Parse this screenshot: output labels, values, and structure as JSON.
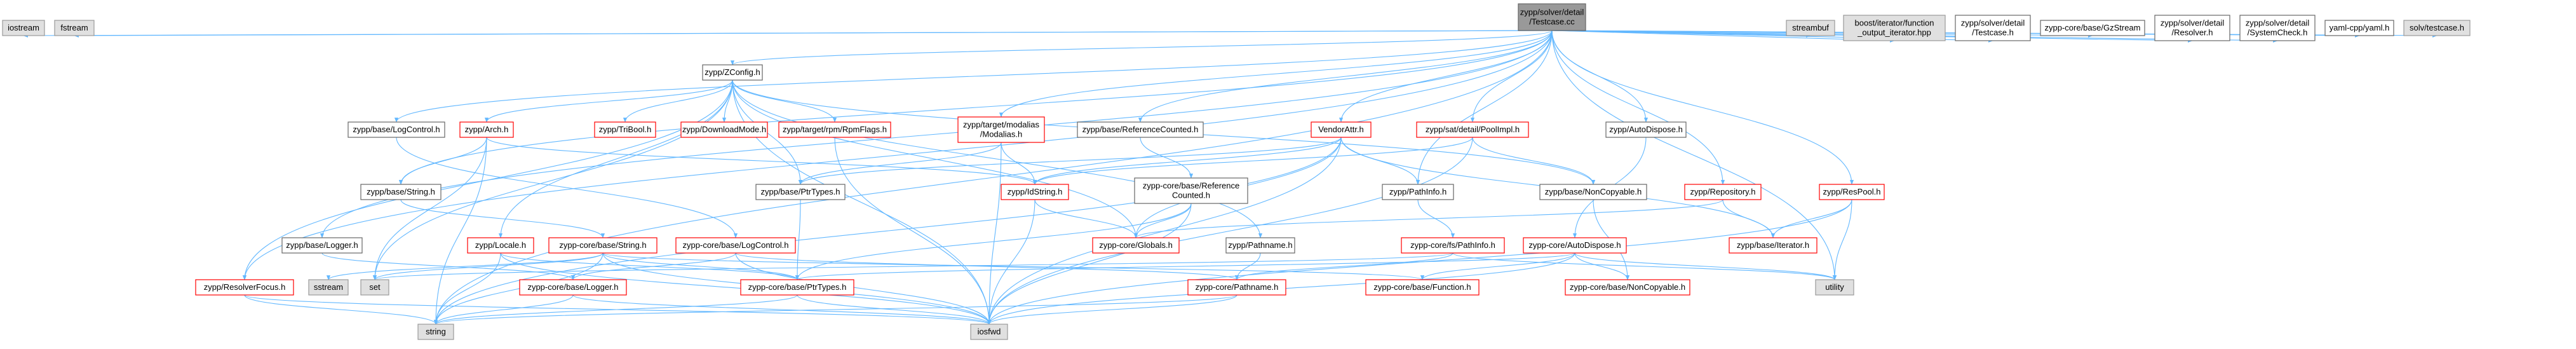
{
  "colors": {
    "edge": "#63b8ff",
    "root_fill": "#999999",
    "root_border": "#666666",
    "file_fill": "#ffffff",
    "file_border": "#666666",
    "missing_fill": "#ffffff",
    "missing_border": "#ff0000",
    "system_fill": "#e0e0e0",
    "system_border": "#999999"
  },
  "nodes": [
    {
      "id": "root",
      "lines": [
        "zypp/solver/detail",
        "/Testcase.cc"
      ],
      "kind": "root"
    },
    {
      "id": "iostream",
      "lines": [
        "iostream"
      ],
      "kind": "system"
    },
    {
      "id": "fstream",
      "lines": [
        "fstream"
      ],
      "kind": "system"
    },
    {
      "id": "streambuf",
      "lines": [
        "streambuf"
      ],
      "kind": "system"
    },
    {
      "id": "boostiter",
      "lines": [
        "boost/iterator/function",
        "_output_iterator.hpp"
      ],
      "kind": "system"
    },
    {
      "id": "testcaseh",
      "lines": [
        "zypp/solver/detail",
        "/Testcase.h"
      ],
      "kind": "file"
    },
    {
      "id": "gzstream",
      "lines": [
        "zypp-core/base/GzStream"
      ],
      "kind": "file"
    },
    {
      "id": "resolverh",
      "lines": [
        "zypp/solver/detail",
        "/Resolver.h"
      ],
      "kind": "file"
    },
    {
      "id": "syscheck",
      "lines": [
        "zypp/solver/detail",
        "/SystemCheck.h"
      ],
      "kind": "file"
    },
    {
      "id": "yaml",
      "lines": [
        "yaml-cpp/yaml.h"
      ],
      "kind": "file"
    },
    {
      "id": "solvtc",
      "lines": [
        "solv/testcase.h"
      ],
      "kind": "system"
    },
    {
      "id": "zconfig",
      "lines": [
        "zypp/ZConfig.h"
      ],
      "kind": "file"
    },
    {
      "id": "logctrl",
      "lines": [
        "zypp/base/LogControl.h"
      ],
      "kind": "file"
    },
    {
      "id": "arch",
      "lines": [
        "zypp/Arch.h"
      ],
      "kind": "missing"
    },
    {
      "id": "tribool",
      "lines": [
        "zypp/TriBool.h"
      ],
      "kind": "missing"
    },
    {
      "id": "dlmode",
      "lines": [
        "zypp/DownloadMode.h"
      ],
      "kind": "missing"
    },
    {
      "id": "rpmflags",
      "lines": [
        "zypp/target/rpm/RpmFlags.h"
      ],
      "kind": "missing"
    },
    {
      "id": "modalias",
      "lines": [
        "zypp/target/modalias",
        "/Modalias.h"
      ],
      "kind": "missing"
    },
    {
      "id": "refcounted",
      "lines": [
        "zypp/base/ReferenceCounted.h"
      ],
      "kind": "file"
    },
    {
      "id": "vendorattr",
      "lines": [
        "VendorAttr.h"
      ],
      "kind": "missing"
    },
    {
      "id": "poolimpl",
      "lines": [
        "zypp/sat/detail/PoolImpl.h"
      ],
      "kind": "missing"
    },
    {
      "id": "autodisposeh",
      "lines": [
        "zypp/AutoDispose.h"
      ],
      "kind": "file"
    },
    {
      "id": "repository",
      "lines": [
        "zypp/Repository.h"
      ],
      "kind": "missing"
    },
    {
      "id": "respool",
      "lines": [
        "zypp/ResPool.h"
      ],
      "kind": "missing"
    },
    {
      "id": "basestring",
      "lines": [
        "zypp/base/String.h"
      ],
      "kind": "file"
    },
    {
      "id": "baseptr",
      "lines": [
        "zypp/base/PtrTypes.h"
      ],
      "kind": "file"
    },
    {
      "id": "idstring",
      "lines": [
        "zypp/IdString.h"
      ],
      "kind": "missing"
    },
    {
      "id": "corerefcounted",
      "lines": [
        "zypp-core/base/Reference",
        "Counted.h"
      ],
      "kind": "file"
    },
    {
      "id": "pathinfoh",
      "lines": [
        "zypp/PathInfo.h"
      ],
      "kind": "file"
    },
    {
      "id": "noncopyh",
      "lines": [
        "zypp/base/NonCopyable.h"
      ],
      "kind": "file"
    },
    {
      "id": "baseiter",
      "lines": [
        "zypp/base/Iterator.h"
      ],
      "kind": "missing"
    },
    {
      "id": "baselogger",
      "lines": [
        "zypp/base/Logger.h"
      ],
      "kind": "file"
    },
    {
      "id": "locale",
      "lines": [
        "zypp/Locale.h"
      ],
      "kind": "missing"
    },
    {
      "id": "corestring",
      "lines": [
        "zypp-core/base/String.h"
      ],
      "kind": "missing"
    },
    {
      "id": "corelogctrl",
      "lines": [
        "zypp-core/base/LogControl.h"
      ],
      "kind": "missing"
    },
    {
      "id": "coreglobals",
      "lines": [
        "zypp-core/Globals.h"
      ],
      "kind": "missing"
    },
    {
      "id": "pathname",
      "lines": [
        "zypp/Pathname.h"
      ],
      "kind": "file"
    },
    {
      "id": "fspathinfo",
      "lines": [
        "zypp-core/fs/PathInfo.h"
      ],
      "kind": "missing"
    },
    {
      "id": "coreautodispose",
      "lines": [
        "zypp-core/AutoDispose.h"
      ],
      "kind": "missing"
    },
    {
      "id": "resolverfocus",
      "lines": [
        "zypp/ResolverFocus.h"
      ],
      "kind": "missing"
    },
    {
      "id": "sstream",
      "lines": [
        "sstream"
      ],
      "kind": "system"
    },
    {
      "id": "set",
      "lines": [
        "set"
      ],
      "kind": "system"
    },
    {
      "id": "corelogger",
      "lines": [
        "zypp-core/base/Logger.h"
      ],
      "kind": "missing"
    },
    {
      "id": "coreptr",
      "lines": [
        "zypp-core/base/PtrTypes.h"
      ],
      "kind": "missing"
    },
    {
      "id": "corepathname",
      "lines": [
        "zypp-core/Pathname.h"
      ],
      "kind": "missing"
    },
    {
      "id": "corefunction",
      "lines": [
        "zypp-core/base/Function.h"
      ],
      "kind": "missing"
    },
    {
      "id": "corenoncopy",
      "lines": [
        "zypp-core/base/NonCopyable.h"
      ],
      "kind": "missing"
    },
    {
      "id": "utility",
      "lines": [
        "utility"
      ],
      "kind": "system"
    },
    {
      "id": "string",
      "lines": [
        "string"
      ],
      "kind": "system"
    },
    {
      "id": "iosfwd",
      "lines": [
        "iosfwd"
      ],
      "kind": "system"
    }
  ],
  "edges": [
    [
      "root",
      "iostream"
    ],
    [
      "root",
      "fstream"
    ],
    [
      "root",
      "streambuf"
    ],
    [
      "root",
      "boostiter"
    ],
    [
      "root",
      "testcaseh"
    ],
    [
      "root",
      "gzstream"
    ],
    [
      "root",
      "resolverh"
    ],
    [
      "root",
      "syscheck"
    ],
    [
      "root",
      "yaml"
    ],
    [
      "root",
      "solvtc"
    ],
    [
      "root",
      "zconfig"
    ],
    [
      "root",
      "logctrl"
    ],
    [
      "root",
      "modalias"
    ],
    [
      "root",
      "refcounted"
    ],
    [
      "root",
      "vendorattr"
    ],
    [
      "root",
      "poolimpl"
    ],
    [
      "root",
      "autodisposeh"
    ],
    [
      "root",
      "repository"
    ],
    [
      "root",
      "respool"
    ],
    [
      "root",
      "basestring"
    ],
    [
      "root",
      "baselogger"
    ],
    [
      "root",
      "pathinfoh"
    ],
    [
      "root",
      "resolverfocus"
    ],
    [
      "root",
      "utility"
    ],
    [
      "root",
      "string"
    ],
    [
      "zconfig",
      "arch"
    ],
    [
      "zconfig",
      "tribool"
    ],
    [
      "zconfig",
      "dlmode"
    ],
    [
      "zconfig",
      "rpmflags"
    ],
    [
      "zconfig",
      "baseptr"
    ],
    [
      "zconfig",
      "locale"
    ],
    [
      "zconfig",
      "pathname"
    ],
    [
      "zconfig",
      "noncopyh"
    ],
    [
      "zconfig",
      "set"
    ],
    [
      "zconfig",
      "iosfwd"
    ],
    [
      "zconfig",
      "resolverfocus"
    ],
    [
      "zconfig",
      "coreglobals"
    ],
    [
      "logctrl",
      "corelogctrl"
    ],
    [
      "arch",
      "basestring"
    ],
    [
      "arch",
      "idstring"
    ],
    [
      "arch",
      "string"
    ],
    [
      "arch",
      "set"
    ],
    [
      "rpmflags",
      "iosfwd"
    ],
    [
      "modalias",
      "baseptr"
    ],
    [
      "modalias",
      "idstring"
    ],
    [
      "modalias",
      "iosfwd"
    ],
    [
      "refcounted",
      "corerefcounted"
    ],
    [
      "vendorattr",
      "baseptr"
    ],
    [
      "vendorattr",
      "idstring"
    ],
    [
      "vendorattr",
      "pathinfoh"
    ],
    [
      "vendorattr",
      "baseiter"
    ],
    [
      "vendorattr",
      "coreglobals"
    ],
    [
      "vendorattr",
      "string"
    ],
    [
      "vendorattr",
      "iosfwd"
    ],
    [
      "poolimpl",
      "idstring"
    ],
    [
      "poolimpl",
      "noncopyh"
    ],
    [
      "poolimpl",
      "iosfwd"
    ],
    [
      "autodisposeh",
      "coreautodispose"
    ],
    [
      "repository",
      "baseiter"
    ],
    [
      "repository",
      "coreglobals"
    ],
    [
      "respool",
      "baseiter"
    ],
    [
      "respool",
      "utility"
    ],
    [
      "respool",
      "iosfwd"
    ],
    [
      "basestring",
      "corestring"
    ],
    [
      "baseptr",
      "coreptr"
    ],
    [
      "idstring",
      "coreglobals"
    ],
    [
      "idstring",
      "iosfwd"
    ],
    [
      "corerefcounted",
      "coreglobals"
    ],
    [
      "corerefcounted",
      "coreptr"
    ],
    [
      "corerefcounted",
      "iosfwd"
    ],
    [
      "pathinfoh",
      "fspathinfo"
    ],
    [
      "noncopyh",
      "corenoncopy"
    ],
    [
      "baselogger",
      "corelogger"
    ],
    [
      "locale",
      "string"
    ],
    [
      "locale",
      "coreptr"
    ],
    [
      "locale",
      "iosfwd"
    ],
    [
      "corestring",
      "iosfwd"
    ],
    [
      "corestring",
      "string"
    ],
    [
      "corestring",
      "sstream"
    ],
    [
      "corestring",
      "coreptr"
    ],
    [
      "corestring",
      "set"
    ],
    [
      "corestring",
      "corefunction"
    ],
    [
      "corelogctrl",
      "corelogger"
    ],
    [
      "corelogctrl",
      "corepathname"
    ],
    [
      "corelogctrl",
      "iosfwd"
    ],
    [
      "pathname",
      "corepathname"
    ],
    [
      "fspathinfo",
      "corepathname"
    ],
    [
      "fspathinfo",
      "set"
    ],
    [
      "fspathinfo",
      "utility"
    ],
    [
      "coreautodispose",
      "corefunction"
    ],
    [
      "coreautodispose",
      "corenoncopy"
    ],
    [
      "coreautodispose",
      "utility"
    ],
    [
      "coreautodispose",
      "coreptr"
    ],
    [
      "coreautodispose",
      "iosfwd"
    ],
    [
      "resolverfocus",
      "iosfwd"
    ],
    [
      "resolverfocus",
      "string"
    ],
    [
      "corelogger",
      "string"
    ],
    [
      "corelogger",
      "iosfwd"
    ],
    [
      "coreptr",
      "string"
    ],
    [
      "coreptr",
      "iosfwd"
    ],
    [
      "corepathname",
      "string"
    ],
    [
      "corepathname",
      "iosfwd"
    ]
  ]
}
